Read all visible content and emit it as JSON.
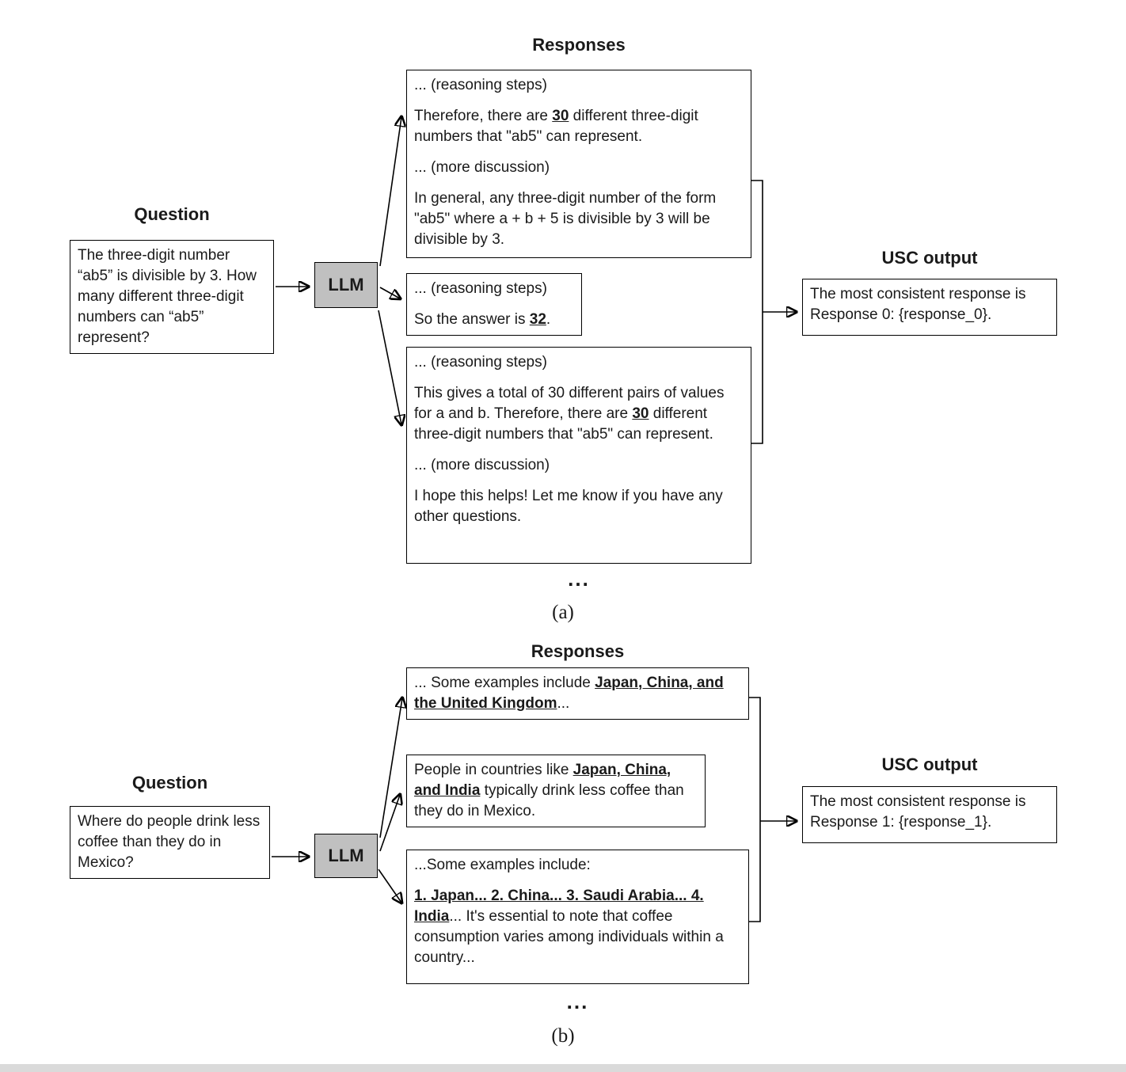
{
  "panels": [
    {
      "caption": "(a)",
      "question_label": "Question",
      "question_text": "The three-digit number “ab5” is divisible by 3. How many different three-digit numbers can “ab5” represent?",
      "llm_label": "LLM",
      "responses_label": "Responses",
      "responses": [
        {
          "paragraphs": [
            [
              {
                "t": "... (reasoning steps)"
              }
            ],
            [
              {
                "t": "Therefore, there are "
              },
              {
                "t": "30",
                "b": true,
                "u": true
              },
              {
                "t": " different three-digit numbers that \"ab5\" can represent."
              }
            ],
            [
              {
                "t": "... (more discussion)"
              }
            ],
            [
              {
                "t": "In general, any three-digit number of the form \"ab5\" where a + b + 5 is divisible by 3 will be divisible by 3."
              }
            ]
          ]
        },
        {
          "paragraphs": [
            [
              {
                "t": "... (reasoning steps)"
              }
            ],
            [
              {
                "t": "So the answer is "
              },
              {
                "t": "32",
                "b": true,
                "u": true
              },
              {
                "t": "."
              }
            ]
          ]
        },
        {
          "paragraphs": [
            [
              {
                "t": "... (reasoning steps)"
              }
            ],
            [
              {
                "t": "This gives a total of 30 different pairs of values for a and b. Therefore, there are "
              },
              {
                "t": "30",
                "b": true,
                "u": true
              },
              {
                "t": " different three-digit numbers that \"ab5\" can represent."
              }
            ],
            [
              {
                "t": "... (more discussion)"
              }
            ],
            [
              {
                "t": "I hope this helps! Let me know if you have any other questions."
              }
            ]
          ]
        }
      ],
      "more_indicator": "...",
      "usc_label": "USC output",
      "usc_text": "The most consistent response is Response 0: {response_0}."
    },
    {
      "caption": "(b)",
      "question_label": "Question",
      "question_text": "Where do people drink less coffee than they do in Mexico?",
      "llm_label": "LLM",
      "responses_label": "Responses",
      "responses": [
        {
          "paragraphs": [
            [
              {
                "t": "... Some examples include "
              },
              {
                "t": "Japan, China, and the United Kingdom",
                "b": true,
                "u": true
              },
              {
                "t": "..."
              }
            ]
          ]
        },
        {
          "paragraphs": [
            [
              {
                "t": "People in countries like "
              },
              {
                "t": "Japan, China, and India",
                "b": true,
                "u": true
              },
              {
                "t": " typically drink less coffee than they do in Mexico."
              }
            ]
          ]
        },
        {
          "paragraphs": [
            [
              {
                "t": "...Some examples include:"
              }
            ],
            [
              {
                "t": "1. Japan... 2. China... 3. Saudi Arabia... 4. India",
                "b": true,
                "u": true
              },
              {
                "t": "... It's essential to note that coffee consumption varies among individuals within a country..."
              }
            ]
          ]
        }
      ],
      "more_indicator": "...",
      "usc_label": "USC output",
      "usc_text": "The most consistent response is Response 1: {response_1}."
    }
  ]
}
